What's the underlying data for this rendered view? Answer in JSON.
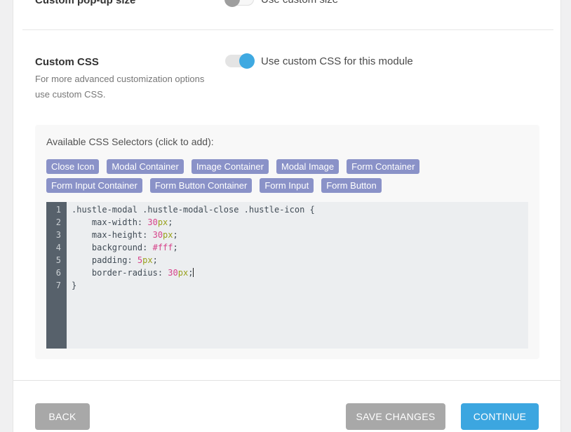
{
  "colors": {
    "accent_blue": "#3fa9e1",
    "tag_purple": "#8a92c8",
    "button_gray": "#a8a8a8",
    "continue_blue": "#3ca6e0",
    "editor_gutter": "#57616b",
    "editor_bg": "#eceef0",
    "code_base": "#404b55",
    "code_number": "#d6438a",
    "code_unit": "#99a11c"
  },
  "popup_size": {
    "title": "Custom pop-up size",
    "toggle_label": "Use custom size",
    "toggle_state": "off"
  },
  "custom_css": {
    "title": "Custom CSS",
    "description_line1": "For more advanced customization options",
    "description_line2": "use custom CSS.",
    "toggle_label": "Use custom CSS for this module",
    "toggle_state": "on"
  },
  "css_panel": {
    "heading": "Available CSS Selectors (click to add):",
    "selectors": [
      "Close Icon",
      "Modal Container",
      "Image Container",
      "Modal Image",
      "Form Container",
      "Form Input Container",
      "Form Button Container",
      "Form Input",
      "Form Button"
    ]
  },
  "editor": {
    "lines": [
      {
        "tokens": [
          {
            "t": ".hustle-modal .hustle-modal-close .hustle-icon {",
            "c": "base"
          }
        ]
      },
      {
        "tokens": [
          {
            "t": "    max-width: ",
            "c": "base"
          },
          {
            "t": "30",
            "c": "number"
          },
          {
            "t": "px",
            "c": "unit"
          },
          {
            "t": ";",
            "c": "base"
          }
        ]
      },
      {
        "tokens": [
          {
            "t": "    max-height: ",
            "c": "base"
          },
          {
            "t": "30",
            "c": "number"
          },
          {
            "t": "px",
            "c": "unit"
          },
          {
            "t": ";",
            "c": "base"
          }
        ]
      },
      {
        "tokens": [
          {
            "t": "    background: ",
            "c": "base"
          },
          {
            "t": "#fff",
            "c": "number"
          },
          {
            "t": ";",
            "c": "base"
          }
        ]
      },
      {
        "tokens": [
          {
            "t": "    padding: ",
            "c": "base"
          },
          {
            "t": "5",
            "c": "number"
          },
          {
            "t": "px",
            "c": "unit"
          },
          {
            "t": ";",
            "c": "base"
          }
        ]
      },
      {
        "tokens": [
          {
            "t": "    border-radius: ",
            "c": "base"
          },
          {
            "t": "30",
            "c": "number"
          },
          {
            "t": "px",
            "c": "unit"
          },
          {
            "t": ";",
            "c": "base"
          }
        ],
        "cursor": true
      },
      {
        "tokens": [
          {
            "t": "}",
            "c": "base"
          }
        ]
      }
    ]
  },
  "footer": {
    "back_label": "BACK",
    "save_label": "SAVE CHANGES",
    "continue_label": "CONTINUE"
  }
}
